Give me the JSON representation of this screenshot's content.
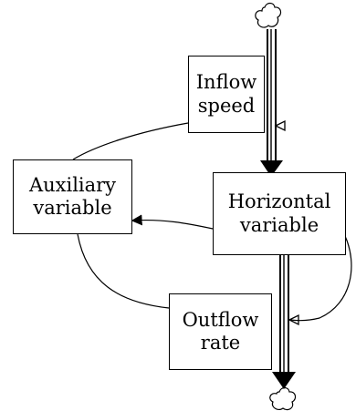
{
  "diagram": {
    "nodes": {
      "inflow": {
        "line1": "Inflow",
        "line2": "speed"
      },
      "auxiliary": {
        "line1": "Auxiliary",
        "line2": "variable"
      },
      "horizontal": {
        "line1": "Horizontal",
        "line2": "variable"
      },
      "outflow": {
        "line1": "Outflow",
        "line2": "rate"
      }
    }
  }
}
